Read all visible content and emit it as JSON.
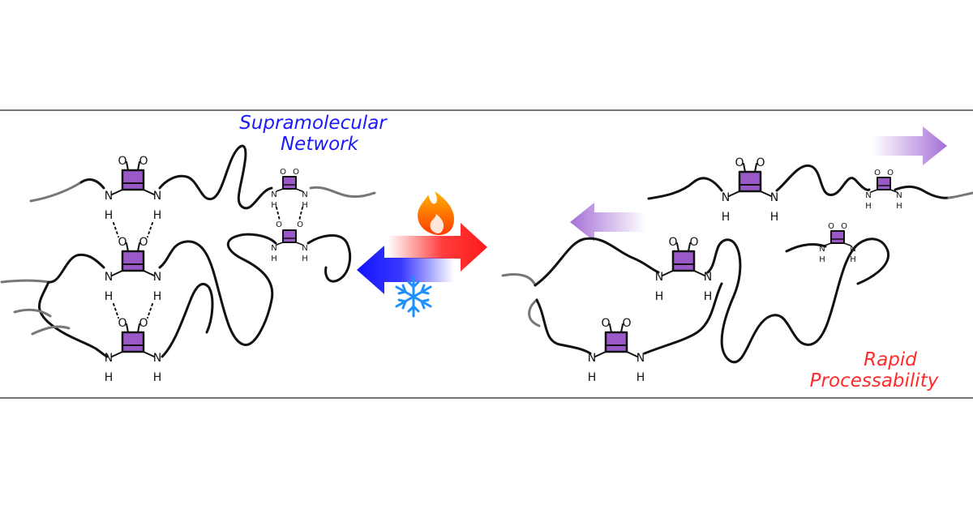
{
  "labels": {
    "network_line1": "Supramolecular",
    "network_line2": "Network",
    "process_line1": "Rapid",
    "process_line2": "Processability"
  },
  "atoms": {
    "oxygen": "O",
    "nitrogen": "N",
    "hydrogen": "H"
  },
  "colors": {
    "network_text": "#1a1aff",
    "process_text": "#ff2a2a",
    "squaramide_fill": "#9b59c7",
    "heat_arrow": "#ff1a1a",
    "cool_arrow": "#1414ff",
    "flow_arrow": "#a56fd6",
    "chain_dark": "#111111",
    "chain_grey": "#777777"
  },
  "icons": [
    "flame-icon",
    "snowflake-icon"
  ]
}
